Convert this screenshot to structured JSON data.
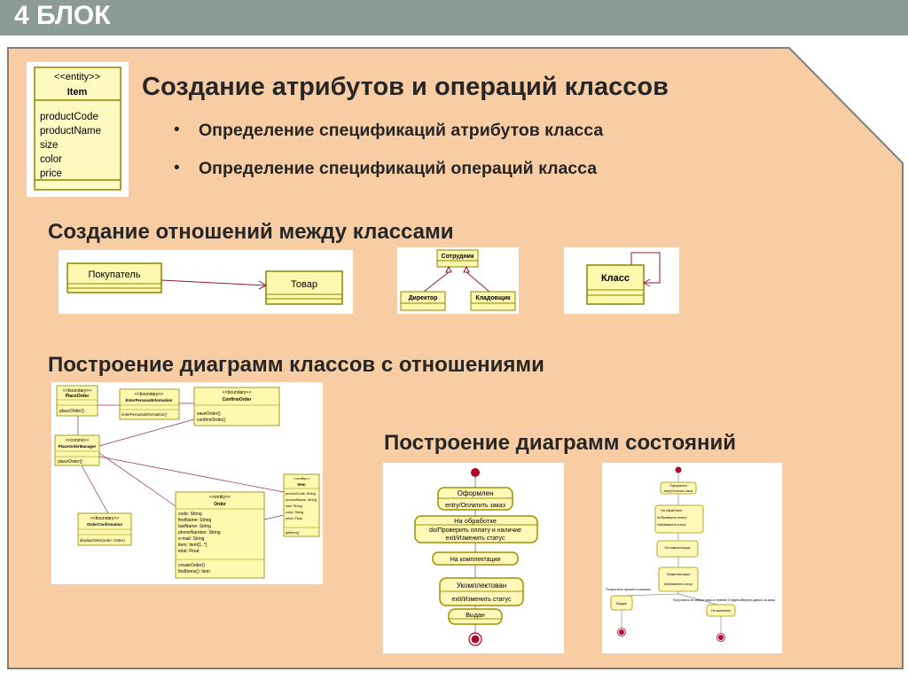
{
  "header": {
    "title": "4 БЛОК"
  },
  "section1": {
    "title": "Создание атрибутов и операций классов",
    "bullets": [
      "Определение спецификаций атрибутов класса",
      "Определение спецификаций операций класса"
    ]
  },
  "entity_item": {
    "stereotype": "<<entity>>",
    "name": "Item",
    "attributes": [
      "productCode",
      "productName",
      "size",
      "color",
      "price"
    ]
  },
  "section2": {
    "title": "Создание отношений между классами"
  },
  "relations": {
    "association": {
      "from": "Покупатель",
      "to": "Товар"
    },
    "inheritance": {
      "parent": "Сотрудник",
      "children": [
        "Директор",
        "Кладовщик"
      ]
    },
    "self": {
      "name": "Класс"
    }
  },
  "section3": {
    "title": "Построение диаграмм классов с отношениями"
  },
  "class_diagram": {
    "boundary_stereo": "<<boundary>>",
    "control_stereo": "<<control>>",
    "entity_stereo": "<<entity>>",
    "place_order": {
      "name": "PlaceOrder",
      "op": "placeOrder()"
    },
    "enter_info": {
      "name": "EnterPersonalInformation",
      "op": "enterPersonalInformation()"
    },
    "confirm_order": {
      "name": "ConfirmOrder",
      "ops": [
        "saveOrder()",
        "confirmOrder()"
      ]
    },
    "manager": {
      "name": "PlaceOrderManager",
      "op": "placeOrder()"
    },
    "item": {
      "name": "Item",
      "attrs": [
        "productCode: String",
        "productName: String",
        "size: String",
        "color: String",
        "price: Float"
      ],
      "op": "getItem()"
    },
    "order": {
      "name": "Order",
      "attrs": [
        "code: String",
        "firstName: String",
        "lastName: String",
        "phoneNumber: String",
        "e-mail: String",
        "item: Item[1..*]",
        "total: Float"
      ],
      "ops": [
        "createOrder()",
        "findItems(): item"
      ]
    },
    "confirmation": {
      "name": "OrderConfirmation",
      "op": "displayOrder(order: Order)"
    }
  },
  "section4": {
    "title": "Построение диаграмм состояний"
  },
  "state1": {
    "states": [
      "Оформлен",
      "entry/Оплатить заказ",
      "На обработке",
      "do/Проверить оплату и наличие",
      "exit/Изменить статус",
      "На комплектации",
      "Укомплектован",
      "exit/Изменить статус",
      "Выдан"
    ]
  },
  "state2": {
    "states": [
      "Оформлен",
      "entry/Оплатить заказ",
      "На обработке",
      "do/Проверить оплату",
      "exit/Изменить статус",
      "На комплектации",
      "Укомплектован",
      "exit/Изменить статус",
      "Выдан",
      "Не выполнен"
    ],
    "labels": [
      "Получатель пришел в магазин",
      "Получатель не забрал заказ в течение 3 недель/Вернуть деньги за заказ"
    ]
  },
  "colors": {
    "header": "#8c9c94",
    "panel": "#f9cda4",
    "panel_border": "#7f7f7f",
    "uml_fill": "#fff9b0",
    "uml_border": "#8b8400",
    "state_fill": "#fff8b8",
    "state_border": "#a09000",
    "final": "#b0002a"
  }
}
